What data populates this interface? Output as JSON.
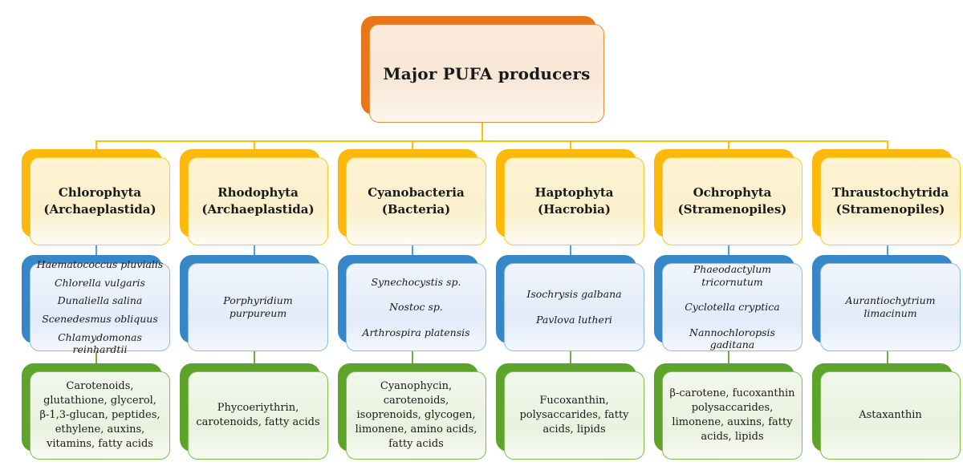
{
  "root": {
    "title": "Major PUFA producers"
  },
  "palette": {
    "root_back": "#E8771C",
    "root_border": "#EE8A3C",
    "taxon_back": "#FDB80E",
    "taxon_border": "#FFC926",
    "species_back": "#3787C7",
    "species_border": "#8FBCE4",
    "compounds_back": "#5EA42C",
    "compounds_border": "#7FBF4D",
    "connector_gold": "#FFC000",
    "connector_blue": "#5B9BD5",
    "connector_green": "#70AD47"
  },
  "columns": [
    {
      "name": "Chlorophyta",
      "group": "(Archaeplastida)",
      "species": [
        "Haematococcus pluvialis",
        "Chlorella vulgaris",
        "Dunaliella salina",
        "Scenedesmus obliquus",
        "Chlamydomonas reinhardtii"
      ],
      "compounds": "Carotenoids, glutathione, glycerol, β-1,3-glucan, peptides, ethylene, auxins, vitamins, fatty acids"
    },
    {
      "name": "Rhodophyta",
      "group": "(Archaeplastida)",
      "species": [
        "Porphyridium purpureum"
      ],
      "compounds": "Phycoeriythrin, carotenoids, fatty acids"
    },
    {
      "name": "Cyanobacteria",
      "group": "(Bacteria)",
      "species": [
        "Synechocystis sp.",
        "Nostoc sp.",
        "Arthrospira platensis"
      ],
      "compounds": "Cyanophycin, carotenoids, isoprenoids, glycogen, limonene, amino acids, fatty acids"
    },
    {
      "name": "Haptophyta",
      "group": "(Hacrobia)",
      "species": [
        "Isochrysis galbana",
        "Pavlova lutheri"
      ],
      "compounds": "Fucoxanthin, polysaccarides, fatty acids, lipids"
    },
    {
      "name": "Ochrophyta",
      "group": "(Stramenopiles)",
      "species": [
        "Phaeodactylum tricornutum",
        "Cyclotella cryptica",
        "Nannochloropsis gaditana"
      ],
      "compounds": "β-carotene, fucoxanthin polysaccarides, limonene, auxins, fatty acids, lipids"
    },
    {
      "name": "Thraustochytrida",
      "group": "(Stramenopiles)",
      "species": [
        "Aurantiochytrium limacinum"
      ],
      "compounds": "Astaxanthin"
    }
  ]
}
